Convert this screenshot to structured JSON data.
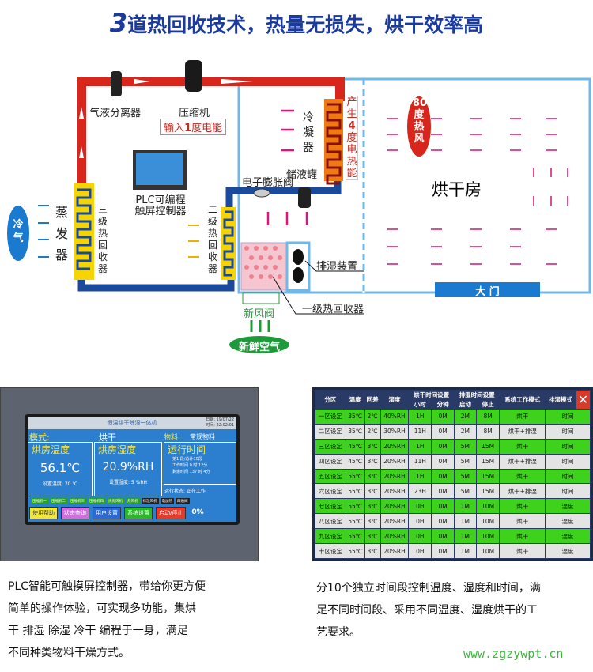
{
  "title": {
    "num": "3",
    "text": "道热回收技术，热量无损失，烘干效率高"
  },
  "diagram": {
    "gas_liquid_separator": "气液分离器",
    "compressor": "压缩机",
    "input_energy": {
      "pre": "输入",
      "num": "1",
      "post": "度电能"
    },
    "plc_label": [
      "PLC可编程",
      "触屏控制器"
    ],
    "cold_air": "冷气",
    "evaporator": "蒸发器",
    "stage3": "三级热回收器",
    "stage2": "二级热回收器",
    "condenser": "冷凝器",
    "produce_energy": {
      "pre": "产生",
      "num": "4",
      "post": "度电热能"
    },
    "receiver": "储液罐",
    "expansion_valve": "电子膨胀阀",
    "dehumidifier": "排湿装置",
    "stage1": "一级热回收器",
    "fresh_air_valve": "新风阀",
    "fresh_air": "新鲜空气",
    "hot_air": "80度热风",
    "drying_room": "烘干房",
    "door": "大 门",
    "colors": {
      "red_pipe": "#d8261c",
      "blue_pipe": "#1a4a9c",
      "coil": "#f5d400",
      "room": "#6fb8e8"
    }
  },
  "plc_screen": {
    "header": "恒温烘干除湿一体机",
    "date": "日期: 19/07/22",
    "time": "时间: 22:02:01",
    "mode_label": "模式:",
    "mode": "烘干",
    "material_label": "物料:",
    "material": "常规物料",
    "temp_title": "烘房温度",
    "temp": "56.1℃",
    "temp_set": "设置温度: 70 ℃",
    "hum_title": "烘房湿度",
    "hum": "20.9%RH",
    "hum_set": "设置湿度: 5 %RH",
    "run_title": "运行时间",
    "stage": "第1 段/总计10段",
    "work_time": "工作时间 0 时 12分",
    "remain_time": "剩余时间 137 时 4分",
    "run_state": "运行状态: 正在工作",
    "status_items": [
      "压缩机一",
      "压缩机二",
      "压缩机三",
      "压缩机四",
      "烘房风机",
      "外风机",
      "排湿风机",
      "电加热",
      "四通阀"
    ],
    "buttons": [
      "使用帮助",
      "状态查询",
      "用户设置",
      "系统设置",
      "启动/停止"
    ],
    "progress": "0%"
  },
  "zone_table": {
    "headers": [
      "分区",
      "温度",
      "回差",
      "湿度",
      "烘干时间设置",
      "排湿时间设置",
      "系统工作模式",
      "排湿模式"
    ],
    "sub_headers": [
      "小时",
      "分钟",
      "启动",
      "停止"
    ],
    "close": "✕",
    "rows": [
      [
        "一区设定",
        "35℃",
        "2℃",
        "40%RH",
        "1H",
        "0M",
        "2M",
        "8M",
        "烘干",
        "时间"
      ],
      [
        "二区设定",
        "35℃",
        "2℃",
        "30%RH",
        "11H",
        "0M",
        "2M",
        "8M",
        "烘干+排湿",
        "时间"
      ],
      [
        "三区设定",
        "45℃",
        "3℃",
        "20%RH",
        "1H",
        "0M",
        "5M",
        "15M",
        "烘干",
        "时间"
      ],
      [
        "四区设定",
        "45℃",
        "3℃",
        "20%RH",
        "11H",
        "0M",
        "5M",
        "15M",
        "烘干+排湿",
        "时间"
      ],
      [
        "五区设定",
        "55℃",
        "3℃",
        "20%RH",
        "1H",
        "0M",
        "5M",
        "15M",
        "烘干",
        "时间"
      ],
      [
        "六区设定",
        "55℃",
        "3℃",
        "20%RH",
        "23H",
        "0M",
        "5M",
        "15M",
        "烘干+排湿",
        "时间"
      ],
      [
        "七区设定",
        "55℃",
        "3℃",
        "20%RH",
        "0H",
        "0M",
        "1M",
        "10M",
        "烘干",
        "湿度"
      ],
      [
        "八区设定",
        "55℃",
        "3℃",
        "20%RH",
        "0H",
        "0M",
        "1M",
        "10M",
        "烘干",
        "湿度"
      ],
      [
        "九区设定",
        "55℃",
        "3℃",
        "20%RH",
        "0H",
        "0M",
        "1M",
        "10M",
        "烘干",
        "湿度"
      ],
      [
        "十区设定",
        "55℃",
        "3℃",
        "20%RH",
        "0H",
        "0M",
        "1M",
        "10M",
        "烘干",
        "湿度"
      ]
    ]
  },
  "captions": {
    "left": [
      "PLC智能可触摸屏控制器，带给你更方便",
      "简单的操作体验，可实现多功能，集烘",
      "干 排湿 除湿 冷干 编程于一身，满足",
      "不同种类物料干燥方式。"
    ],
    "right": [
      "分10个独立时间段控制温度、湿度和时间，满",
      "足不同时间段、采用不同温度、湿度烘干的工",
      "艺要求。"
    ]
  },
  "watermark": "www.zgzywpt.cn"
}
